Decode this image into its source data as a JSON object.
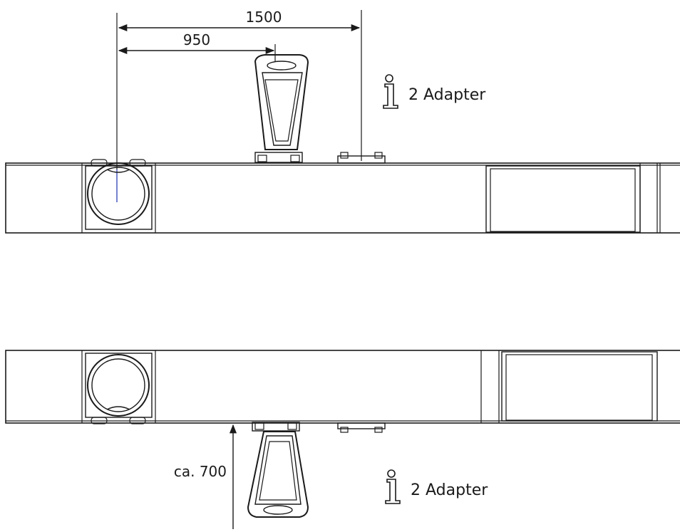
{
  "dimensions": {
    "top_long": "1500",
    "top_short": "950",
    "bottom_height": "ca. 700"
  },
  "notes": {
    "top": "2 Adapter",
    "bottom": "2 Adapter"
  },
  "icons": {
    "info": "info-icon"
  },
  "colors": {
    "line": "#1a1a1a",
    "background": "#ffffff",
    "center_mark": "#3a4fd0"
  }
}
